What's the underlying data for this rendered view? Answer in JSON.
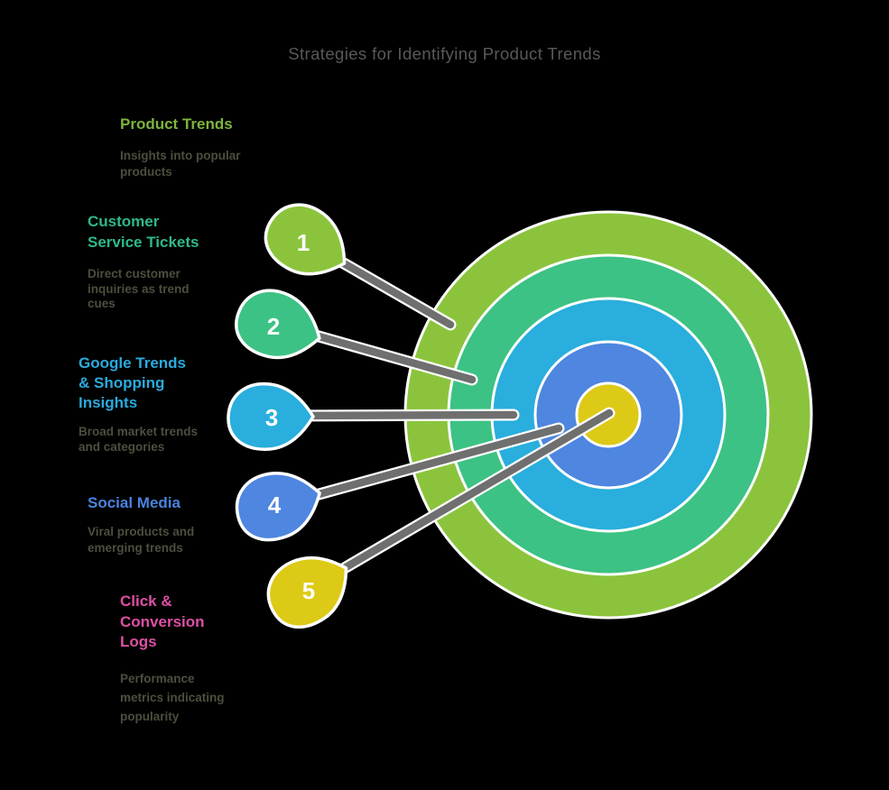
{
  "title": "Strategies for Identifying Product Trends",
  "diagram": {
    "type": "target-rings-with-numbered-markers",
    "line_color": "#6f6f6f",
    "casing_color": "#ffffff",
    "rings": [
      {
        "level": 1,
        "color": "#8bc43c"
      },
      {
        "level": 2,
        "color": "#3cc284"
      },
      {
        "level": 3,
        "color": "#29aedd"
      },
      {
        "level": 4,
        "color": "#4e86e0"
      },
      {
        "level": 5,
        "color": "#ddca16"
      }
    ]
  },
  "strategies": [
    {
      "num": "1",
      "label": "Product Trends",
      "description": "Insights into popular\nproducts",
      "marker_color": "#8bc43c",
      "label_color": "#7db53d"
    },
    {
      "num": "2",
      "label": "Customer\nService Tickets",
      "description": "Direct customer\ninquiries as trend\ncues",
      "marker_color": "#3cc284",
      "label_color": "#2fb988"
    },
    {
      "num": "3",
      "label": "Google Trends\n& Shopping\nInsights",
      "description": "Broad market trends\nand categories",
      "marker_color": "#29aedd",
      "label_color": "#2aabde"
    },
    {
      "num": "4",
      "label": "Social Media",
      "description": "Viral products and\nemerging trends",
      "marker_color": "#4e86e0",
      "label_color": "#4a83de"
    },
    {
      "num": "5",
      "label": "Click &\nConversion\nLogs",
      "description": "Performance\nmetrics indicating\npopularity",
      "marker_color": "#ddca16",
      "label_color": "#dd50a4"
    }
  ]
}
